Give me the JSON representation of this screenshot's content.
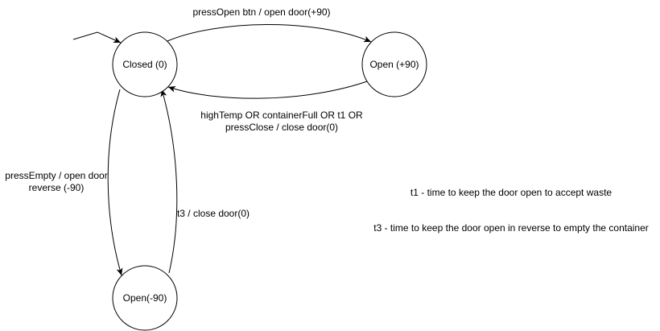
{
  "states": {
    "closed": "Closed (0)",
    "open_pos": "Open (+90)",
    "open_neg": "Open(-90)"
  },
  "transitions": {
    "press_open": "pressOpen btn /  open door(+90)",
    "close_line1": "highTemp OR containerFull OR t1 OR",
    "close_line2": "pressClose / close door(0)",
    "empty_line1": "pressEmpty / open door",
    "empty_line2": "reverse (-90)",
    "t3": "t3 / close door(0)"
  },
  "notes": {
    "t1": "t1 - time to keep the door open to accept waste",
    "t3": "t3 - time to keep the door open in reverse to empty the container"
  },
  "colors": {
    "stroke": "#000000",
    "fill": "#ffffff",
    "background": "#ffffff"
  }
}
